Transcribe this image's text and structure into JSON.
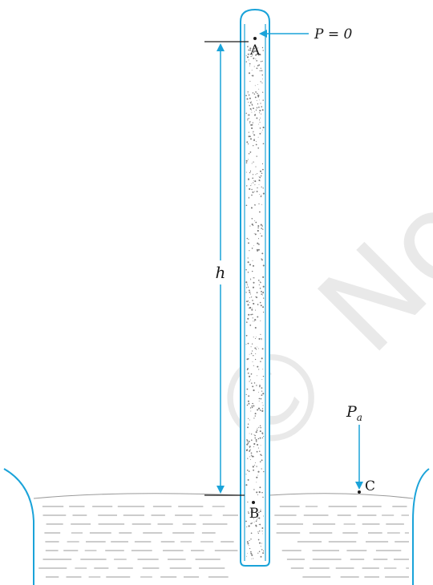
{
  "diagram": {
    "labels": {
      "top_point": "A",
      "bottom_point": "B",
      "surface_point": "C",
      "top_pressure": "P = 0",
      "height": "h",
      "atmospheric_pressure_symbol": "P",
      "atmospheric_pressure_subscript": "a"
    },
    "watermark": "© Not to be republished"
  },
  "colors": {
    "tube_outline": "#1aa3d9",
    "arrows": "#1aa3d9",
    "container": "#1aa3d9",
    "liquid_lines": "#9a9a9a",
    "mercury_dots": "#7a7a7a",
    "dimension_lines": "#1a1a1a",
    "text": "#1a1a1a",
    "watermark": "#d0d0d0"
  }
}
